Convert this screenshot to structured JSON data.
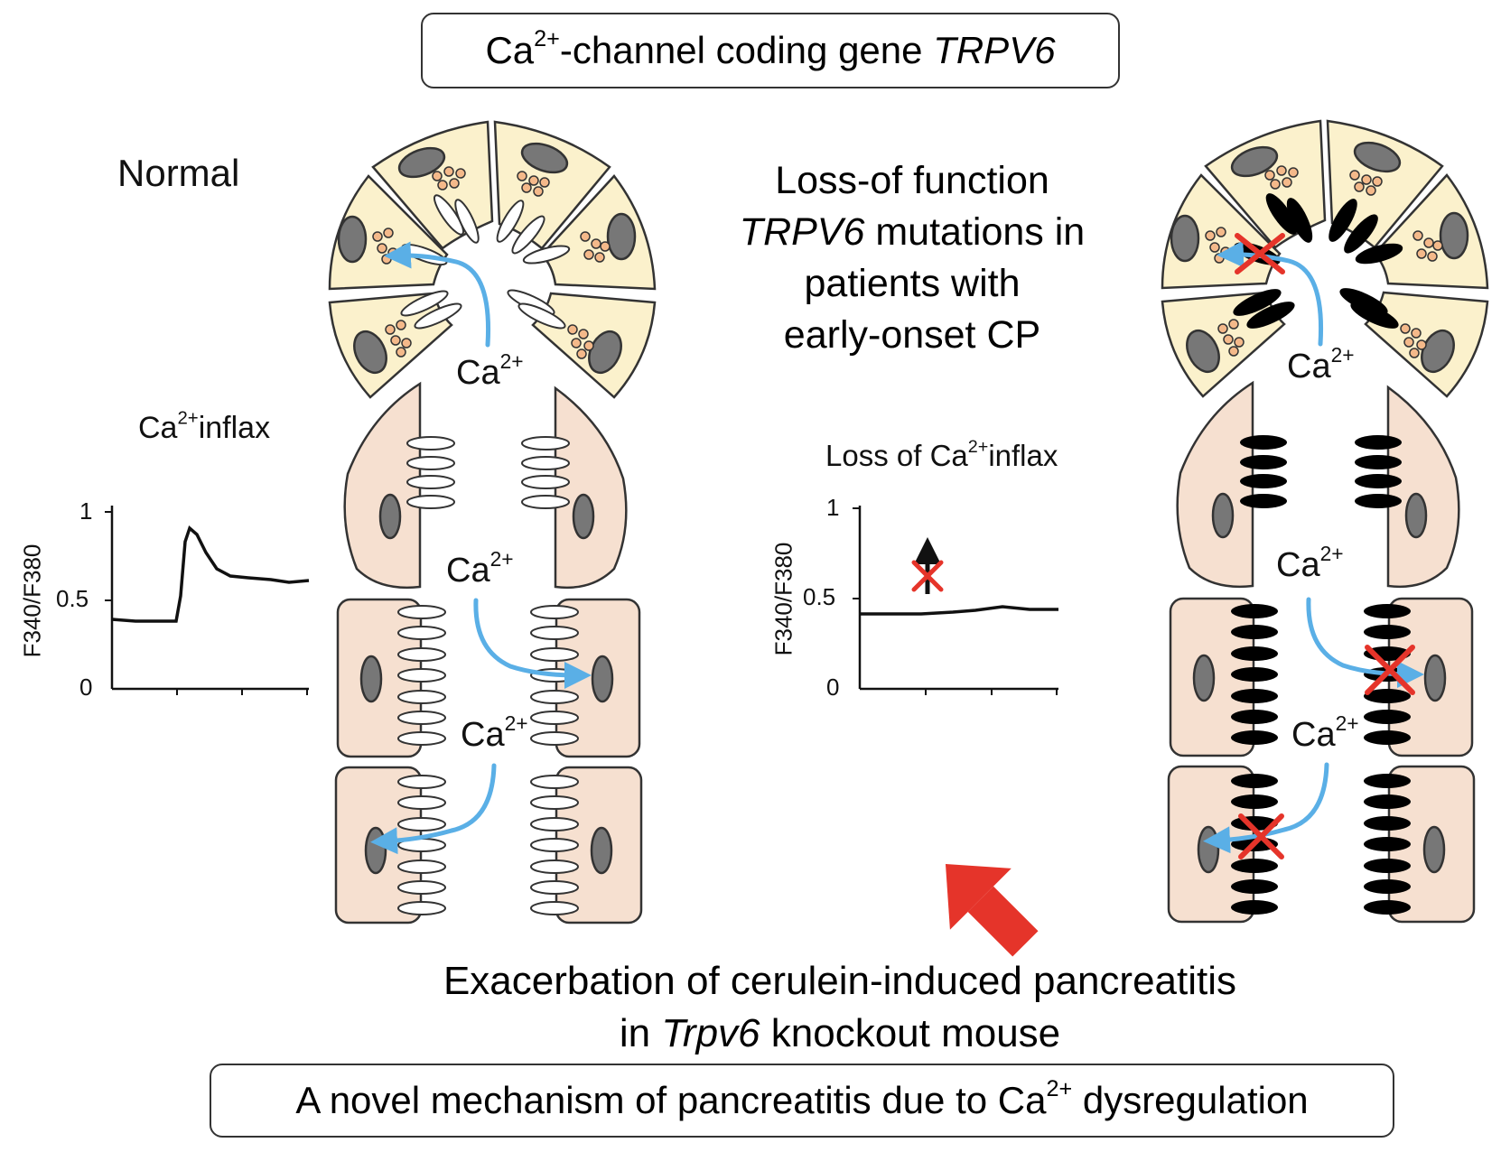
{
  "title_box": {
    "prefix": "Ca",
    "sup": "2+",
    "middle": "-channel coding gene ",
    "gene": "TRPV6"
  },
  "normal": {
    "label": "Normal"
  },
  "ca_label": {
    "base": "Ca",
    "sup": "2+"
  },
  "mutation_text": {
    "line1": "Loss-of function",
    "line2_italic": "TRPV6",
    "line2_rest": " mutations in",
    "line3": "patients with",
    "line4": "early-onset CP"
  },
  "graph_normal": {
    "title_base": "Ca",
    "title_sup": "2+",
    "title_rest": "inflax",
    "ylabel": "F340/F380",
    "yticks": [
      "1",
      "0.5",
      "0"
    ]
  },
  "graph_loss": {
    "title_prefix": "Loss of Ca",
    "title_sup": "2+",
    "title_rest": "inflax",
    "ylabel": "F340/F380",
    "yticks": [
      "1",
      "0.5",
      "0"
    ]
  },
  "exacerbation": {
    "line1": "Exacerbation of cerulein-induced pancreatitis",
    "line2_pre": "in ",
    "line2_italic": "Trpv6",
    "line2_post": " knockout mouse"
  },
  "bottom_box": {
    "pre": "A novel mechanism of pancreatitis due to Ca",
    "sup": "2+",
    "post": " dysregulation"
  },
  "colors": {
    "acinar_fill": "#fbf1cc",
    "duct_fill": "#f6e0d0",
    "nucleus": "#777777",
    "ca_arrow": "#5aafe6",
    "cross": "#e5342a",
    "big_arrow": "#e5342a",
    "granule": "#f4b98a"
  }
}
